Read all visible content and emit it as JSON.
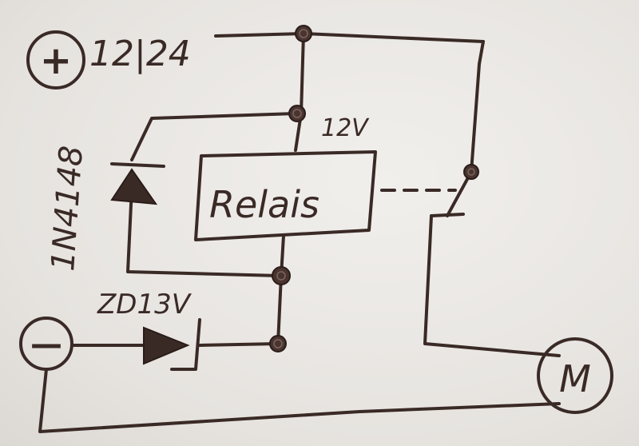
{
  "labels": {
    "plus_symbol": "+",
    "minus_symbol": "—",
    "supply_voltage": "12|24",
    "relay_voltage": "12V",
    "relay_label": "Relais",
    "diode_label": "1N4148",
    "zener_label": "ZD13V",
    "motor_label": "M"
  }
}
